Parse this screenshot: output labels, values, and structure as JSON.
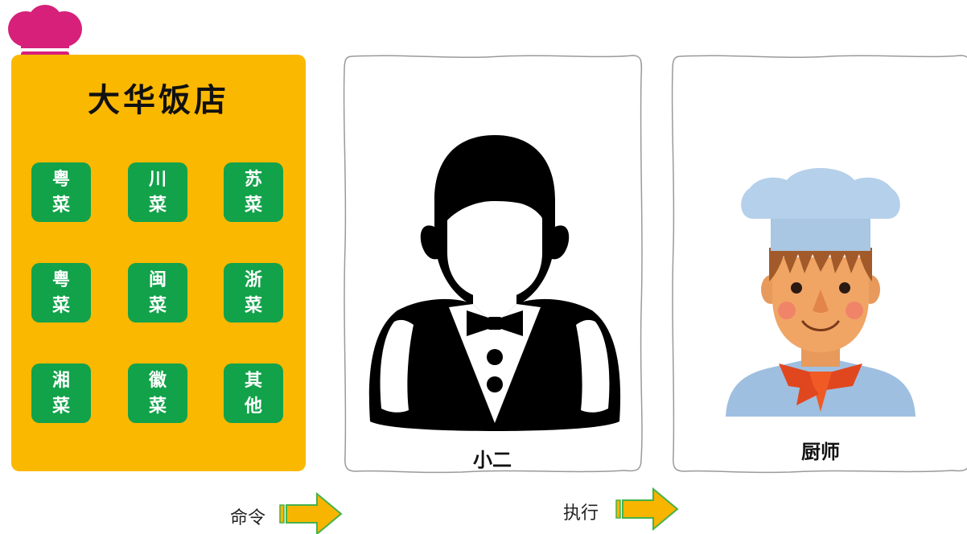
{
  "restaurant": {
    "name": "大华饭店"
  },
  "menu": {
    "dishes": [
      {
        "label": "粤菜"
      },
      {
        "label": "川菜"
      },
      {
        "label": "苏菜"
      },
      {
        "label": "粤菜"
      },
      {
        "label": "闽菜"
      },
      {
        "label": "浙菜"
      },
      {
        "label": "湘菜"
      },
      {
        "label": "徽菜"
      },
      {
        "label": "其他"
      }
    ]
  },
  "roles": {
    "waiter": {
      "label": "小二"
    },
    "chef": {
      "label": "厨师"
    }
  },
  "flow": {
    "command": "命令",
    "execute": "执行"
  },
  "colors": {
    "panel": "#fbb800",
    "dish": "#12a24a",
    "logo": "#d6207a",
    "arrow": "#f7b500",
    "arrow_stroke": "#46b24b"
  },
  "icons": {
    "logo": "chef-hat-icon",
    "waiter": "waiter-icon",
    "chef": "chef-icon",
    "arrow": "right-arrow-icon"
  }
}
